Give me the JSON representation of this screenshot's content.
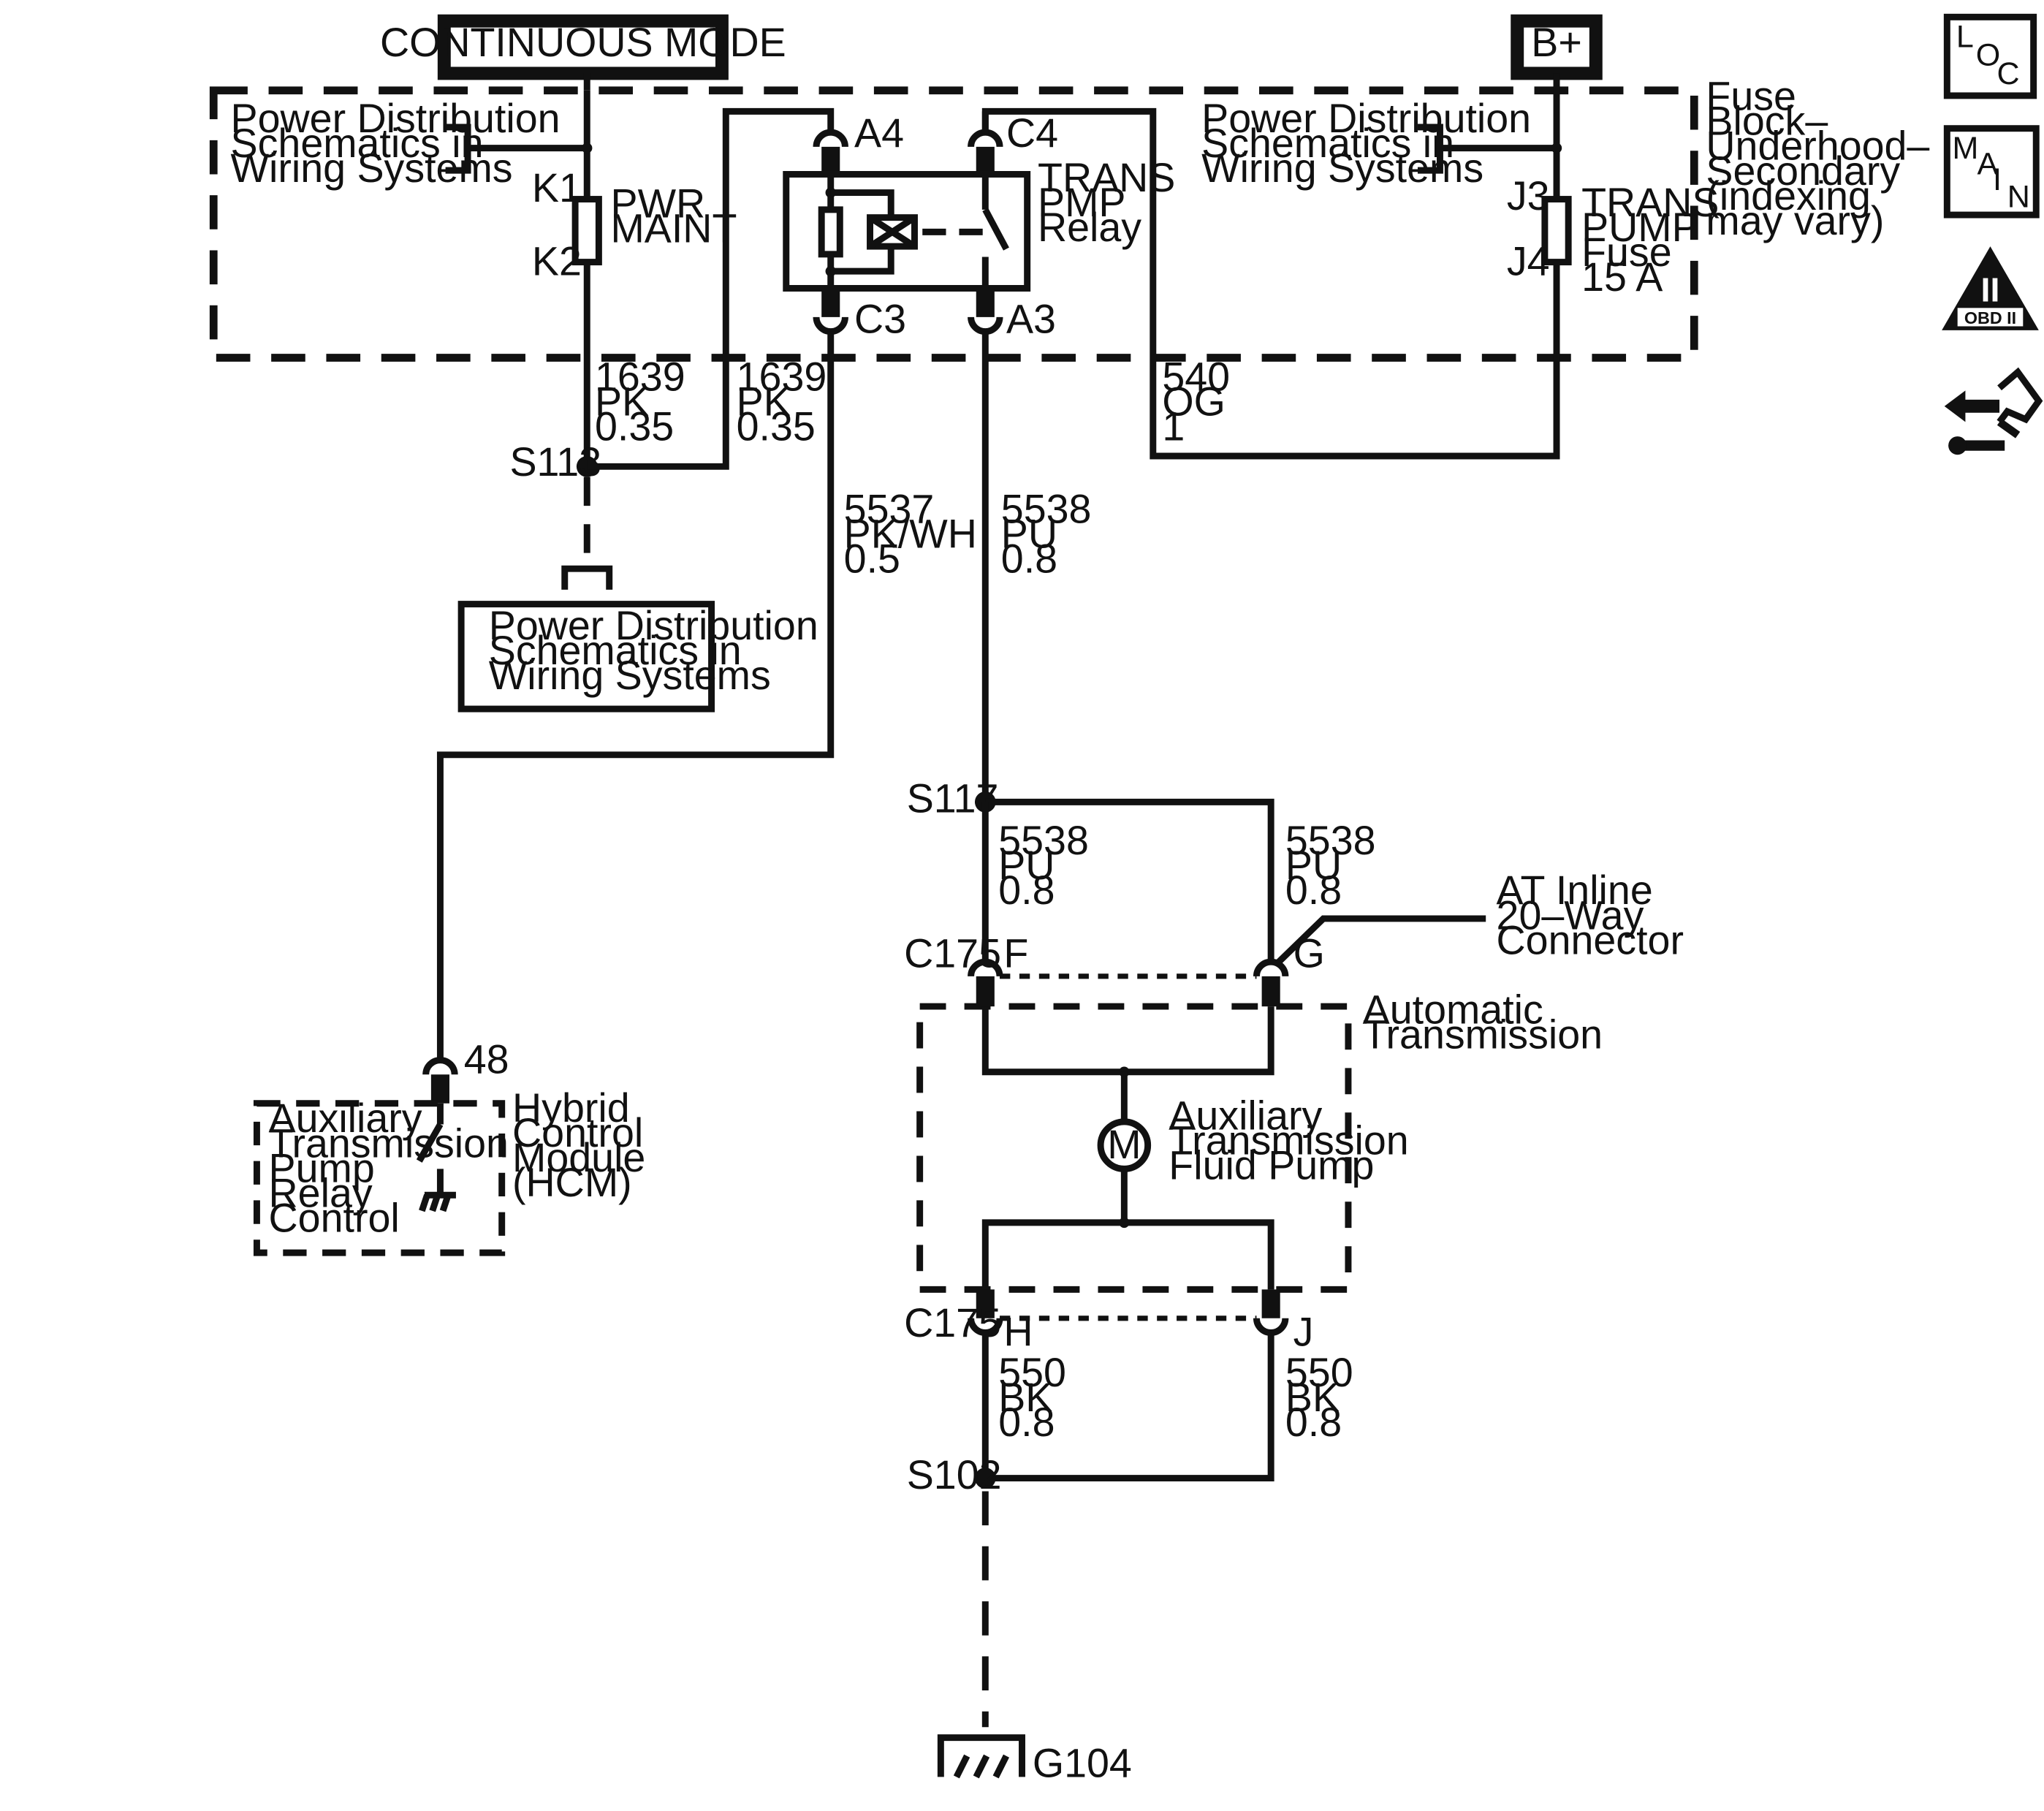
{
  "header": {
    "mode_label": "CONTINUOUS MODE",
    "battery_label": "B+"
  },
  "fuse_block": {
    "label_lines": [
      "Fuse",
      "Block–",
      "Underhood–",
      "Secondary",
      "(indexing",
      "may vary)"
    ]
  },
  "power_distribution_refs": {
    "left": [
      "Power Distribution",
      "Schematics in",
      "Wiring Systems"
    ],
    "right": [
      "Power Distribution",
      "Schematics in",
      "Wiring Systems"
    ],
    "lower": [
      "Power Distribution",
      "Schematics in",
      "Wiring Systems"
    ]
  },
  "fuses": {
    "pwr_maint": {
      "terminal_top": "K1",
      "terminal_bottom": "K2",
      "lines": [
        "PWR",
        "MAINT"
      ]
    },
    "trans_pump": {
      "terminal_top": "J3",
      "terminal_bottom": "J4",
      "lines": [
        "TRANS",
        "PUMP",
        "Fuse",
        "15 A"
      ]
    }
  },
  "relay": {
    "lines": [
      "TRANS",
      "PMP",
      "Relay"
    ],
    "pins": {
      "a4": "A4",
      "c4": "C4",
      "c3": "C3",
      "a3": "A3"
    }
  },
  "wires": {
    "w1639_left": [
      "1639",
      "PK",
      "0.35"
    ],
    "w1639_right": [
      "1639",
      "PK",
      "0.35"
    ],
    "w540": [
      "540",
      "OG",
      "1"
    ],
    "w5537": [
      "5537",
      "PK/WH",
      "0.5"
    ],
    "w5538_main": [
      "5538",
      "PU",
      "0.8"
    ],
    "w5538_left": [
      "5538",
      "PU",
      "0.8"
    ],
    "w5538_right": [
      "5538",
      "PU",
      "0.8"
    ],
    "w550_left": [
      "550",
      "BK",
      "0.8"
    ],
    "w550_right": [
      "550",
      "BK",
      "0.8"
    ]
  },
  "splices": {
    "s113": "S113",
    "s117": "S117",
    "s102": "S102"
  },
  "connectors": {
    "c175_top": "C175",
    "c175_bottom": "C175",
    "pin_f": "F",
    "pin_g": "G",
    "pin_h": "H",
    "pin_j": "J",
    "pin_48": "48",
    "at_inline": [
      "AT Inline",
      "20–Way",
      "Connector"
    ]
  },
  "transmission": {
    "label": [
      "Automatic",
      "Transmission"
    ],
    "motor_symbol": "M",
    "pump_label": [
      "Auxiliary",
      "Transmission",
      "Fluid Pump"
    ]
  },
  "hcm": {
    "inner_label": [
      "Auxiliary",
      "Transmission",
      "Pump",
      "Relay",
      "Control"
    ],
    "module_label": [
      "Hybrid",
      "Control",
      "Module",
      "(HCM)"
    ]
  },
  "ground": {
    "label": "G104"
  },
  "nav_icons": [
    {
      "name": "loc-icon",
      "letters": [
        "L",
        "O",
        "C"
      ]
    },
    {
      "name": "main-icon",
      "letters": [
        "M",
        "A",
        "I",
        "N"
      ]
    },
    {
      "name": "obd-ii-icon",
      "roman": "II",
      "caption": "OBD II"
    },
    {
      "name": "connector-repair-icon"
    }
  ]
}
